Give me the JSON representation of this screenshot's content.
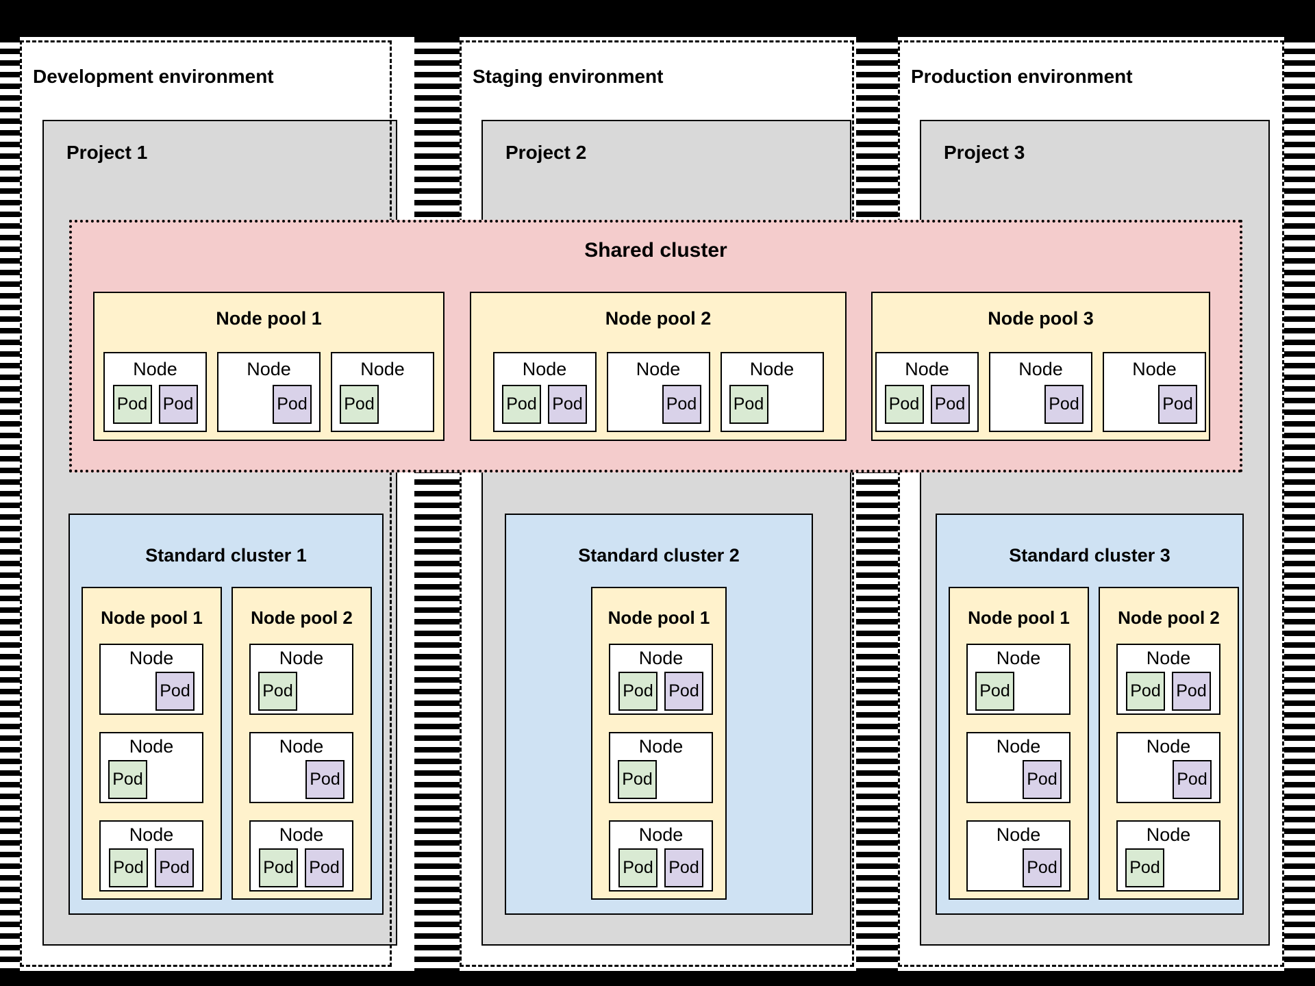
{
  "colors": {
    "background": "#000000",
    "surface": "#ffffff",
    "line": "#000000",
    "project-fill": "#d9d9d9",
    "shared-cluster-fill": "#f4cccc",
    "standard-cluster-fill": "#cfe2f3",
    "node-pool-fill": "#fff2cc",
    "node-fill": "#ffffff",
    "pod-green": "#d9ead3",
    "pod-purple": "#d9d2e9"
  },
  "shared_cluster": {
    "title": "Shared cluster",
    "node_pools": [
      {
        "title": "Node pool 1",
        "nodes": [
          {
            "label": "Node",
            "pods": [
              {
                "label": "Pod",
                "color": "green"
              },
              {
                "label": "Pod",
                "color": "purple"
              }
            ]
          },
          {
            "label": "Node",
            "pods": [
              {
                "label": "Pod",
                "color": "purple"
              }
            ]
          },
          {
            "label": "Node",
            "pods": [
              {
                "label": "Pod",
                "color": "green"
              }
            ]
          }
        ]
      },
      {
        "title": "Node pool 2",
        "nodes": [
          {
            "label": "Node",
            "pods": [
              {
                "label": "Pod",
                "color": "green"
              },
              {
                "label": "Pod",
                "color": "purple"
              }
            ]
          },
          {
            "label": "Node",
            "pods": [
              {
                "label": "Pod",
                "color": "purple"
              }
            ]
          },
          {
            "label": "Node",
            "pods": [
              {
                "label": "Pod",
                "color": "green"
              }
            ]
          }
        ]
      },
      {
        "title": "Node pool 3",
        "nodes": [
          {
            "label": "Node",
            "pods": [
              {
                "label": "Pod",
                "color": "green"
              },
              {
                "label": "Pod",
                "color": "purple"
              }
            ]
          },
          {
            "label": "Node",
            "pods": [
              {
                "label": "Pod",
                "color": "purple"
              }
            ]
          },
          {
            "label": "Node",
            "pods": [
              {
                "label": "Pod",
                "color": "purple"
              }
            ]
          }
        ]
      }
    ]
  },
  "environments": [
    {
      "title": "Development environment",
      "project": {
        "title": "Project 1",
        "cluster": {
          "title": "Standard cluster 1",
          "node_pools": [
            {
              "title": "Node pool 1",
              "nodes": [
                {
                  "label": "Node",
                  "pods": [
                    {
                      "label": "Pod",
                      "color": "purple"
                    }
                  ]
                },
                {
                  "label": "Node",
                  "pods": [
                    {
                      "label": "Pod",
                      "color": "green"
                    }
                  ]
                },
                {
                  "label": "Node",
                  "pods": [
                    {
                      "label": "Pod",
                      "color": "green"
                    },
                    {
                      "label": "Pod",
                      "color": "purple"
                    }
                  ]
                }
              ]
            },
            {
              "title": "Node pool 2",
              "nodes": [
                {
                  "label": "Node",
                  "pods": [
                    {
                      "label": "Pod",
                      "color": "green"
                    }
                  ]
                },
                {
                  "label": "Node",
                  "pods": [
                    {
                      "label": "Pod",
                      "color": "purple"
                    }
                  ]
                },
                {
                  "label": "Node",
                  "pods": [
                    {
                      "label": "Pod",
                      "color": "green"
                    },
                    {
                      "label": "Pod",
                      "color": "purple"
                    }
                  ]
                }
              ]
            }
          ]
        }
      }
    },
    {
      "title": "Staging environment",
      "project": {
        "title": "Project 2",
        "cluster": {
          "title": "Standard cluster 2",
          "node_pools": [
            {
              "title": "Node pool 1",
              "nodes": [
                {
                  "label": "Node",
                  "pods": [
                    {
                      "label": "Pod",
                      "color": "green"
                    },
                    {
                      "label": "Pod",
                      "color": "purple"
                    }
                  ]
                },
                {
                  "label": "Node",
                  "pods": [
                    {
                      "label": "Pod",
                      "color": "green"
                    }
                  ]
                },
                {
                  "label": "Node",
                  "pods": [
                    {
                      "label": "Pod",
                      "color": "green"
                    },
                    {
                      "label": "Pod",
                      "color": "purple"
                    }
                  ]
                }
              ]
            }
          ]
        }
      }
    },
    {
      "title": "Production environment",
      "project": {
        "title": "Project 3",
        "cluster": {
          "title": "Standard cluster 3",
          "node_pools": [
            {
              "title": "Node pool 1",
              "nodes": [
                {
                  "label": "Node",
                  "pods": [
                    {
                      "label": "Pod",
                      "color": "green"
                    }
                  ]
                },
                {
                  "label": "Node",
                  "pods": [
                    {
                      "label": "Pod",
                      "color": "purple"
                    }
                  ]
                },
                {
                  "label": "Node",
                  "pods": [
                    {
                      "label": "Pod",
                      "color": "purple"
                    }
                  ]
                }
              ]
            },
            {
              "title": "Node pool 2",
              "nodes": [
                {
                  "label": "Node",
                  "pods": [
                    {
                      "label": "Pod",
                      "color": "green"
                    },
                    {
                      "label": "Pod",
                      "color": "purple"
                    }
                  ]
                },
                {
                  "label": "Node",
                  "pods": [
                    {
                      "label": "Pod",
                      "color": "purple"
                    }
                  ]
                },
                {
                  "label": "Node",
                  "pods": [
                    {
                      "label": "Pod",
                      "color": "green"
                    }
                  ]
                }
              ]
            }
          ]
        }
      }
    }
  ]
}
